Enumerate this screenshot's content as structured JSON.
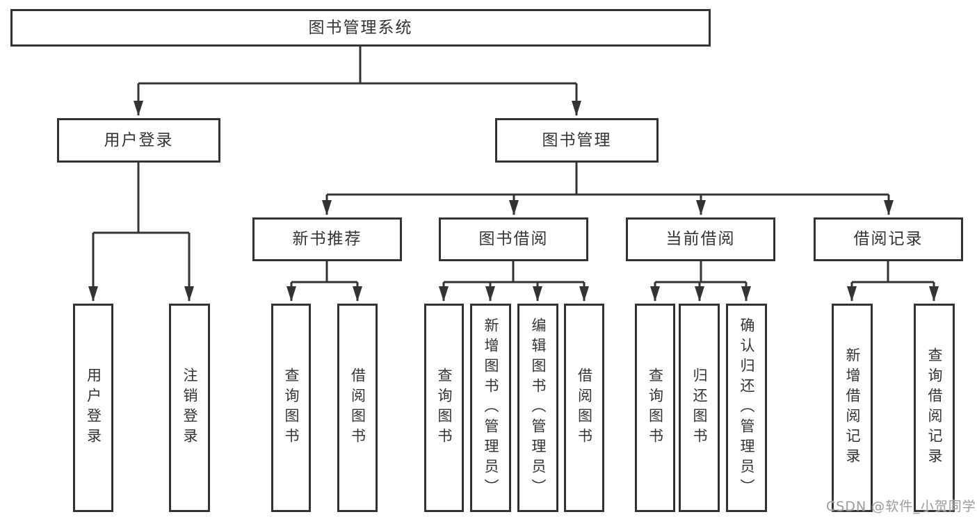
{
  "watermark": "CSDN @软件_小贺同学",
  "colors": {
    "line": "#333333",
    "box_border": "#333333",
    "text": "#333333",
    "watermark": "#9a9aa0",
    "background": "#ffffff"
  },
  "tree": {
    "root": {
      "label": "图书管理系统"
    },
    "branches": [
      {
        "label": "用户登录",
        "children": [
          {
            "label": "用户登录"
          },
          {
            "label": "注销登录"
          }
        ]
      },
      {
        "label": "图书管理",
        "children": [
          {
            "label": "新书推荐",
            "children": [
              {
                "label": "查询图书"
              },
              {
                "label": "借阅图书"
              }
            ]
          },
          {
            "label": "图书借阅",
            "children": [
              {
                "label": "查询图书"
              },
              {
                "label": "新增图书（管理员）"
              },
              {
                "label": "编辑图书（管理员）"
              },
              {
                "label": "借阅图书"
              }
            ]
          },
          {
            "label": "当前借阅",
            "children": [
              {
                "label": "查询图书"
              },
              {
                "label": "归还图书"
              },
              {
                "label": "确认归还（管理员）"
              }
            ]
          },
          {
            "label": "借阅记录",
            "children": [
              {
                "label": "新增借阅记录"
              },
              {
                "label": "查询借阅记录"
              }
            ]
          }
        ]
      }
    ]
  }
}
